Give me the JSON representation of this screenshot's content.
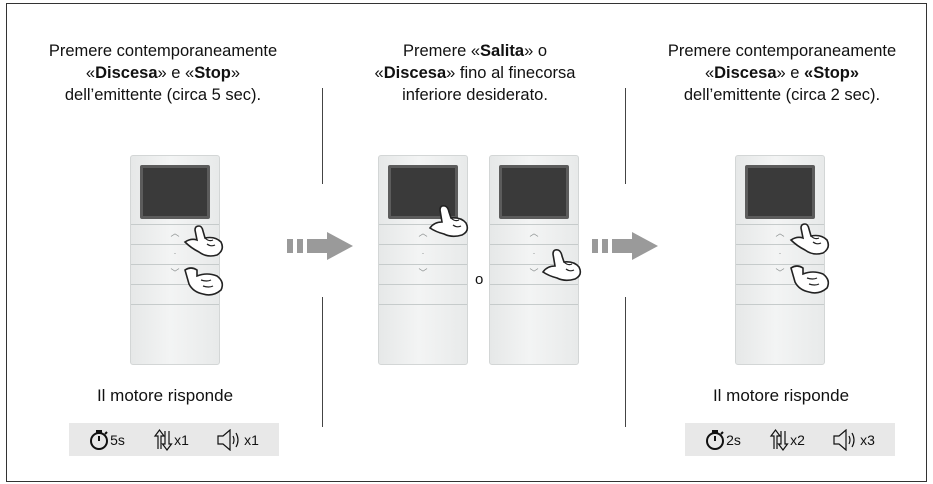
{
  "step1": {
    "line1": "Premere contemporaneamente",
    "line2_pre": "«",
    "line2_b1": "Discesa",
    "line2_mid": "» e «",
    "line2_b2": "Stop",
    "line2_post": "»",
    "line3": "dell’emittente (circa 5 sec)."
  },
  "step2": {
    "line1_pre": "Premere «",
    "line1_b": "Salita",
    "line1_post": "» o",
    "line2_pre": "«",
    "line2_b": "Discesa",
    "line2_post": "» fino al finecorsa",
    "line3": "inferiore desiderato.",
    "or_label": "o"
  },
  "step3": {
    "line1": "Premere contemporaneamente",
    "line2_pre": "«",
    "line2_b1": "Discesa",
    "line2_mid": "» e ",
    "line2_b2": "«Stop»",
    "line3": "dell’emittente (circa 2 sec)."
  },
  "response_left": {
    "label": "Il motore risponde",
    "time": "5s",
    "move": "x1",
    "sound": "x1"
  },
  "response_right": {
    "label": "Il motore risponde",
    "time": "2s",
    "move": "x2",
    "sound": "x3"
  },
  "icons": {
    "timer": "stopwatch-icon",
    "movement": "up-down-arrows-icon",
    "sound": "speaker-icon",
    "hand": "pointing-hand-icon",
    "arrow": "dashed-right-arrow-icon"
  },
  "colors": {
    "arrow": "#9a9a9a",
    "feedback_bg": "#e8e8e8"
  }
}
